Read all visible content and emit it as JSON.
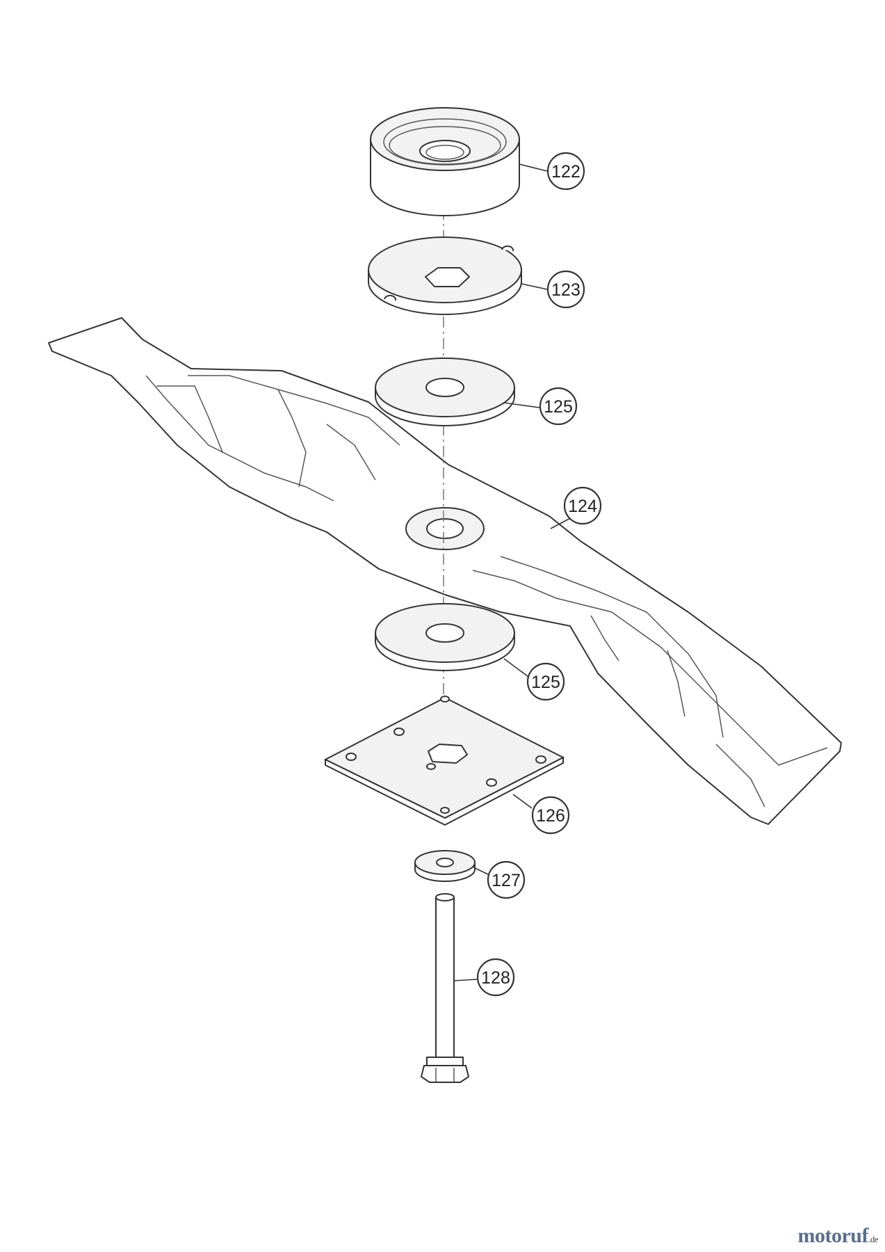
{
  "callouts": {
    "c122": "122",
    "c123": "123",
    "c124": "124",
    "c125a": "125",
    "c125b": "125",
    "c126": "126",
    "c127": "127",
    "c128": "128"
  },
  "watermark": {
    "name": "motoruf",
    "tld": ".de"
  }
}
